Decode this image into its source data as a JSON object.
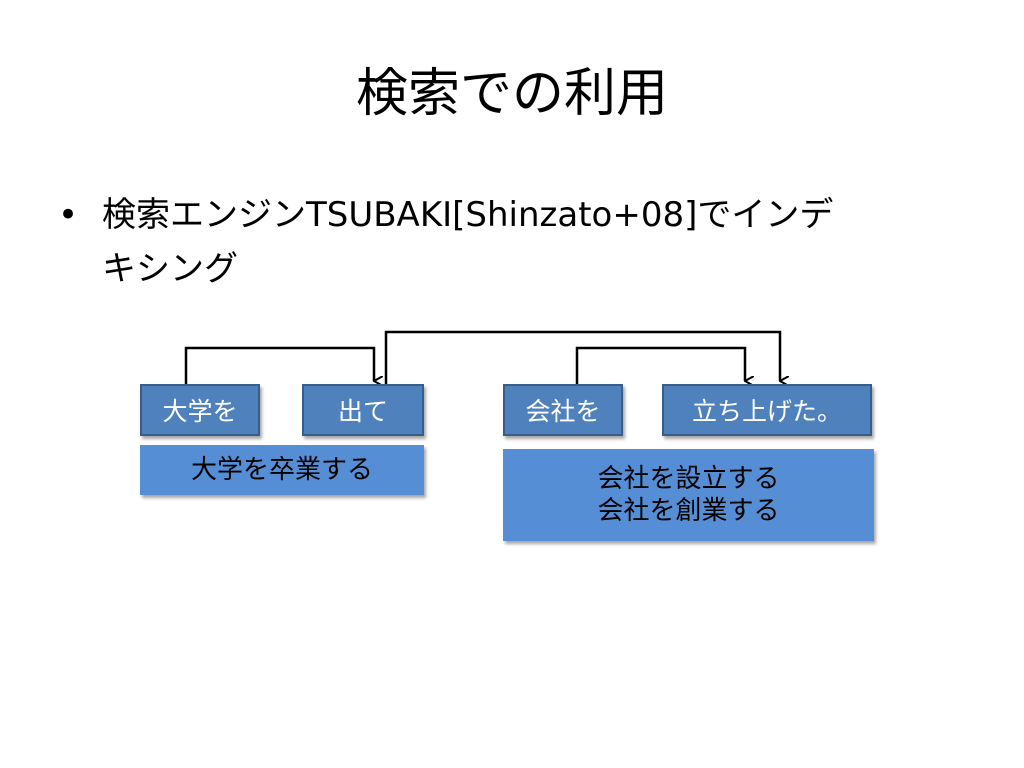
{
  "slide": {
    "title": "検索での利用",
    "bullet": {
      "symbol": "•",
      "line1": "検索エンジンTSUBAKI[Shinzato+08]でインデ",
      "line2": "キシング"
    }
  },
  "diagram": {
    "left_group": {
      "chunk1": "大学を",
      "chunk2": "出て",
      "paraphrase": "大学を卒業する"
    },
    "right_group": {
      "chunk1": "会社を",
      "chunk2": "立ち上げた。",
      "paraphrase_line1": "会社を設立する",
      "paraphrase_line2": "会社を創業する"
    },
    "colors": {
      "chunk_fill": "#4f81bd",
      "chunk_border": "#385d8a",
      "paraphrase_fill": "#558ed5",
      "arrow": "#000000"
    }
  }
}
